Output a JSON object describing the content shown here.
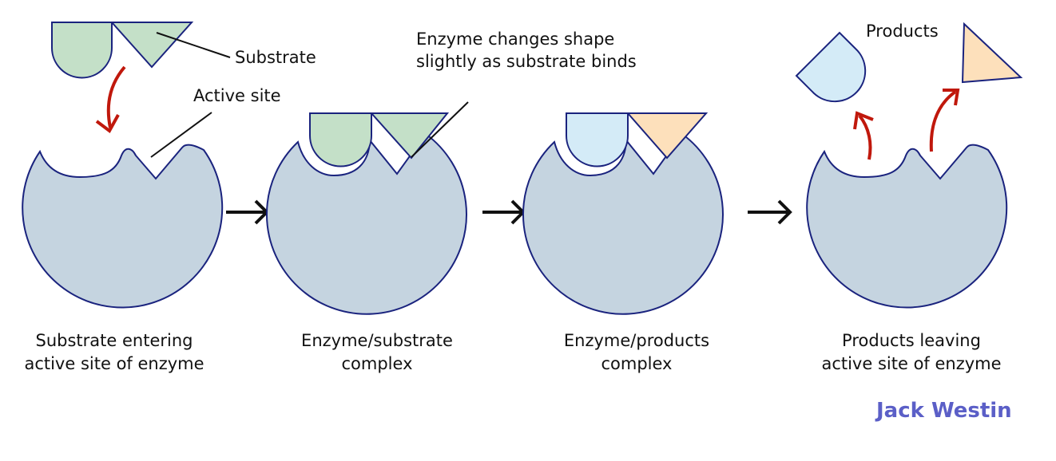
{
  "labels": {
    "substrate": "Substrate",
    "active_site": "Active site",
    "shape_change_line1": "Enzyme changes shape",
    "shape_change_line2": "slightly as substrate binds",
    "products": "Products"
  },
  "stages": [
    {
      "line1": "Substrate entering",
      "line2": "active site of enzyme"
    },
    {
      "line1": "Enzyme/substrate",
      "line2": "complex"
    },
    {
      "line1": "Enzyme/products",
      "line2": "complex"
    },
    {
      "line1": "Products leaving",
      "line2": "active site of enzyme"
    }
  ],
  "logo": "Jack Westin",
  "colors": {
    "enzyme": "#c5d4e0",
    "outline": "#1a237e",
    "substrate": "#c4e0c8",
    "product_round": "#d4ebf7",
    "product_triangle": "#fde0bb",
    "red_arrow": "#c0180c"
  }
}
